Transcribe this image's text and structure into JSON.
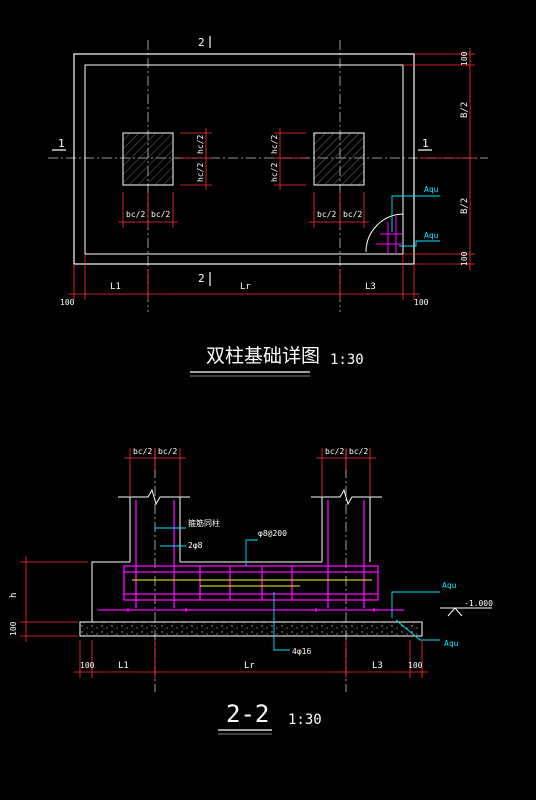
{
  "colors": {
    "background": "#000000",
    "outline": "#ffffff",
    "dimension": "#ff3030",
    "centerline": "#c8c8c8",
    "leader": "#00e5ff",
    "rebar_magenta": "#ff00ff",
    "rebar_yellow": "#ffff00"
  },
  "plan": {
    "title": "双柱基础详图",
    "scale": "1:30",
    "section_mark_top": "2",
    "section_mark_bottom": "2",
    "section_mark_left": "1",
    "section_mark_right": "1",
    "dim_col_left_h_1": "bc/2",
    "dim_col_left_h_2": "bc/2",
    "dim_col_left_v_1": "hc/2",
    "dim_col_left_v_2": "hc/2",
    "dim_col_right_h_1": "bc/2",
    "dim_col_right_h_2": "bc/2",
    "dim_col_right_v_1": "hc/2",
    "dim_col_right_v_2": "hc/2",
    "dim_right_top": "100",
    "dim_right_upper": "B/2",
    "dim_right_lower": "B/2",
    "dim_right_bottom": "100",
    "dim_bottom_left_offset": "100",
    "dim_bottom_l1": "L1",
    "dim_bottom_lr": "Lr",
    "dim_bottom_l3": "L3",
    "dim_bottom_right_offset": "100",
    "leader_top": "Aqu",
    "leader_bottom": "Aqu"
  },
  "section": {
    "title": "2-2",
    "scale": "1:30",
    "dim_left_col_1": "bc/2",
    "dim_left_col_2": "bc/2",
    "dim_right_col_1": "bc/2",
    "dim_right_col_2": "bc/2",
    "label_stirrup": "箍筋同柱",
    "label_bar_spacing": "φ8@200",
    "label_bars": "2φ8",
    "label_bottom_bars": "4φ16",
    "label_height": "h",
    "label_base": "100",
    "elevation": "-1.000",
    "leader_top": "Aqu",
    "leader_bottom": "Aqu",
    "dim_bottom_left_offset": "100",
    "dim_bottom_l1": "L1",
    "dim_bottom_lr": "Lr",
    "dim_bottom_l3": "L3",
    "dim_bottom_right_offset": "100"
  }
}
